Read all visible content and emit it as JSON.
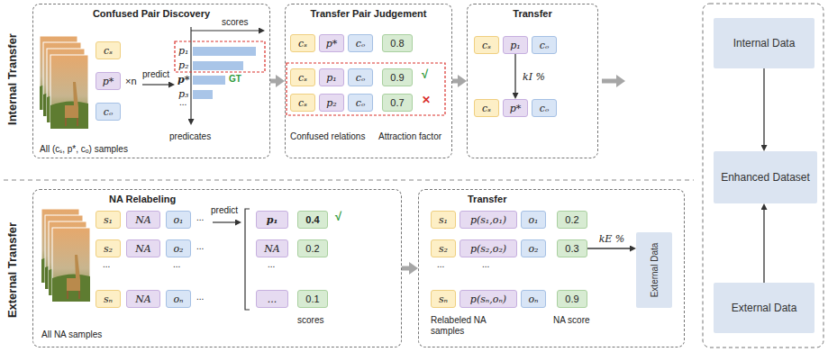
{
  "diagram": {
    "nodes": [
      {
        "text": [
          "Confused Pair Discovery"
        ]
      },
      {
        "text": [
          "cₛ"
        ],
        "in": 0
      },
      {
        "text": [
          "p*"
        ],
        "in": 0
      },
      {
        "text": [
          "cₒ"
        ],
        "in": 0
      },
      {
        "text": [
          "Transfer Pair Judgement"
        ]
      },
      {
        "text": [
          "cₛ"
        ],
        "in": 4
      },
      {
        "text": [
          "p*"
        ],
        "in": 4
      },
      {
        "text": [
          "cₒ"
        ],
        "in": 4
      },
      {
        "text": [
          "0.8"
        ],
        "in": 4
      },
      {
        "text": [
          "cₛ"
        ],
        "in": 4
      },
      {
        "text": [
          "p₁"
        ],
        "in": 4
      },
      {
        "text": [
          "cₒ"
        ],
        "in": 4
      },
      {
        "text": [
          "0.9"
        ],
        "in": 4
      },
      {
        "text": [
          "cₛ"
        ],
        "in": 4
      },
      {
        "text": [
          "p₂"
        ],
        "in": 4
      },
      {
        "text": [
          "cₒ"
        ],
        "in": 4
      },
      {
        "text": [
          "0.7"
        ],
        "in": 4
      },
      {
        "text": [
          "Transfer"
        ]
      },
      {
        "text": [
          "cₛ"
        ],
        "in": 17
      },
      {
        "text": [
          "p₁"
        ],
        "in": 17
      },
      {
        "text": [
          "cₒ"
        ],
        "in": 17
      },
      {
        "text": [
          "cₛ"
        ],
        "in": 17
      },
      {
        "text": [
          "p*"
        ],
        "in": 17
      },
      {
        "text": [
          "cₒ"
        ],
        "in": 17
      },
      {
        "text": [
          "NA Relabeling"
        ]
      },
      {
        "text": [
          "s₁"
        ],
        "in": 24
      },
      {
        "text": [
          "NA"
        ],
        "in": 24
      },
      {
        "text": [
          "o₁"
        ],
        "in": 24
      },
      {
        "text": [
          "s₂"
        ],
        "in": 24
      },
      {
        "text": [
          "NA"
        ],
        "in": 24
      },
      {
        "text": [
          "o₂"
        ],
        "in": 24
      },
      {
        "text": [
          "sₙ"
        ],
        "in": 24
      },
      {
        "text": [
          "NA"
        ],
        "in": 24
      },
      {
        "text": [
          "oₙ"
        ],
        "in": 24
      },
      {
        "text": [
          "p₁"
        ],
        "in": 24
      },
      {
        "text": [
          "0.4"
        ],
        "in": 24
      },
      {
        "text": [
          "NA"
        ],
        "in": 24
      },
      {
        "text": [
          "0.2"
        ],
        "in": 24
      },
      {
        "text": [
          "..."
        ],
        "in": 24
      },
      {
        "text": [
          "0.1"
        ],
        "in": 24
      },
      {
        "text": [
          "Transfer"
        ]
      },
      {
        "text": [
          "s₁"
        ],
        "in": 40
      },
      {
        "text": [
          "p(s₁,o₁)"
        ],
        "in": 40
      },
      {
        "text": [
          "o₁"
        ],
        "in": 40
      },
      {
        "text": [
          "0.2"
        ],
        "in": 40
      },
      {
        "text": [
          "s₂"
        ],
        "in": 40
      },
      {
        "text": [
          "p(s₂,o₂)"
        ],
        "in": 40
      },
      {
        "text": [
          "o₂"
        ],
        "in": 40
      },
      {
        "text": [
          "0.3"
        ],
        "in": 40
      },
      {
        "text": [
          "sₙ"
        ],
        "in": 40
      },
      {
        "text": [
          "p(sₙ,oₙ)"
        ],
        "in": 40
      },
      {
        "text": [
          "oₙ"
        ],
        "in": 40
      },
      {
        "text": [
          "0.9"
        ],
        "in": 40
      },
      {
        "text": [
          "External Data"
        ],
        "in": 40
      },
      {
        "text": [
          "Internal Data"
        ]
      },
      {
        "text": [
          "Enhanced Dataset"
        ]
      },
      {
        "text": [
          "External Data"
        ]
      }
    ],
    "edges": [
      {
        "from": 0,
        "to": 4,
        "arrow": "to"
      },
      {
        "from": 4,
        "to": 17,
        "arrow": "to"
      },
      {
        "from": 24,
        "to": 40,
        "arrow": "to"
      },
      {
        "from": 19,
        "to": 22,
        "arrow": "to",
        "label": "kI %"
      },
      {
        "from": 48,
        "to": 53,
        "arrow": "to",
        "label": "kE %"
      },
      {
        "from": 54,
        "to": 55,
        "arrow": "to"
      },
      {
        "from": 56,
        "to": 55,
        "arrow": "to"
      }
    ],
    "labels": [
      "Internal Transfer",
      "External Transfer",
      "×n",
      "predict",
      "scores",
      "p₁",
      "p₂",
      "p*",
      "GT",
      "p₃",
      "...",
      "predicates",
      "All (cₛ, p*, cₒ) samples",
      "√",
      "✕",
      "Confused relations",
      "Attraction factor",
      "...",
      "...",
      "...",
      "...",
      "...",
      "predict",
      "...",
      "√",
      "All NA samples",
      "scores",
      "...",
      "...",
      "Relabeled NA samples",
      "NA score"
    ]
  }
}
